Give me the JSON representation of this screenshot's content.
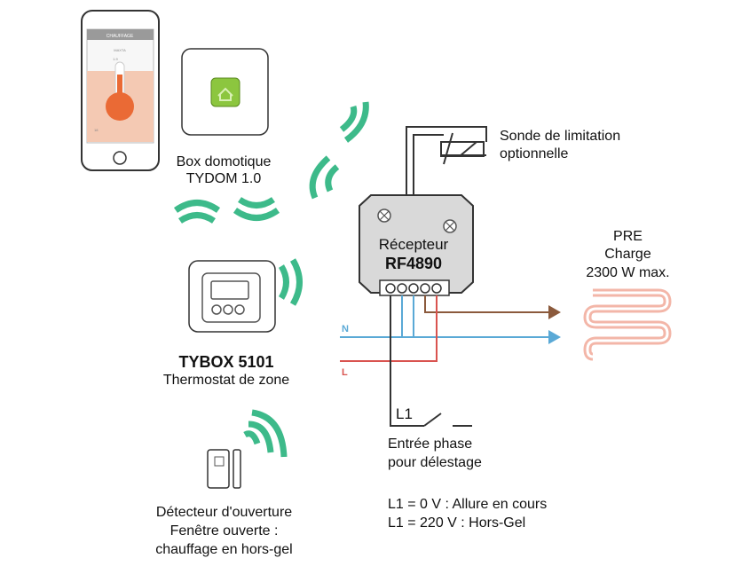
{
  "phone": {
    "screen_title": "CHAUFFAGE",
    "screen_sub": "MAXTA",
    "screen_value": "1.9",
    "screen_bottom": "18"
  },
  "box": {
    "line1": "Box domotique",
    "line2": "TYDOM 1.0"
  },
  "thermostat": {
    "name": "TYBOX 5101",
    "desc": "Thermostat de zone"
  },
  "detector": {
    "line1": "Détecteur d'ouverture",
    "line2": "Fenêtre ouverte :",
    "line3": "chauffage en hors-gel"
  },
  "receiver": {
    "line1": "Récepteur",
    "line2": "RF4890"
  },
  "probe": {
    "line1": "Sonde de limitation",
    "line2": "optionnelle"
  },
  "load": {
    "line1": "PRE",
    "line2": "Charge",
    "line3": "2300 W max."
  },
  "wires": {
    "neutral": "N",
    "live": "L"
  },
  "switch": {
    "label": "L1",
    "line1": "Entrée phase",
    "line2": "pour délestage"
  },
  "modes": {
    "line1": "L1 = 0 V : Allure en cours",
    "line2": "L1 = 220 V : Hors-Gel"
  },
  "colors": {
    "wave": "#3dba8a",
    "neutral_wire": "#5aa9d6",
    "live_wire": "#d9534f",
    "load_wire": "#8b5a3c",
    "heater": "#f3b6a8",
    "phone_accent": "#ea6a35",
    "box_logo": "#8cc63f"
  }
}
